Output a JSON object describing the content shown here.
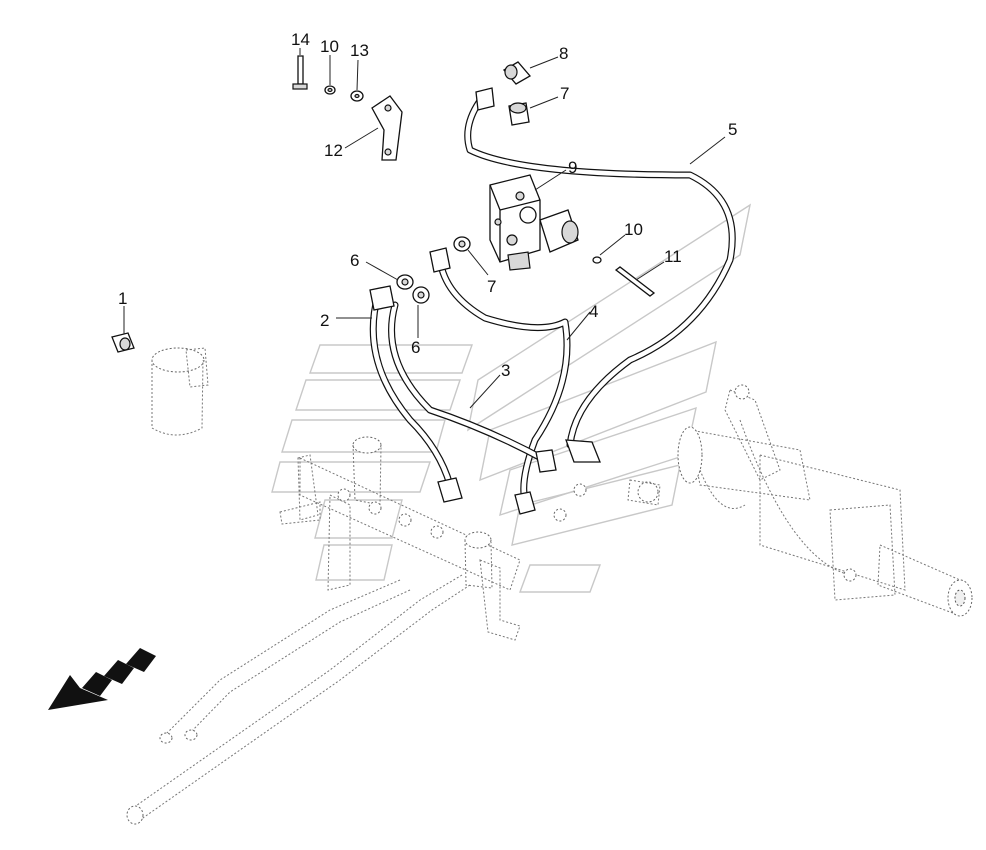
{
  "callouts": [
    {
      "id": "c1",
      "label": "1"
    },
    {
      "id": "c2",
      "label": "2"
    },
    {
      "id": "c3",
      "label": "3"
    },
    {
      "id": "c4",
      "label": "4"
    },
    {
      "id": "c5",
      "label": "5"
    },
    {
      "id": "c6a",
      "label": "6"
    },
    {
      "id": "c6b",
      "label": "6"
    },
    {
      "id": "c7a",
      "label": "7"
    },
    {
      "id": "c7b",
      "label": "7"
    },
    {
      "id": "c8",
      "label": "8"
    },
    {
      "id": "c9",
      "label": "9"
    },
    {
      "id": "c10a",
      "label": "10"
    },
    {
      "id": "c10b",
      "label": "10"
    },
    {
      "id": "c11",
      "label": "11"
    },
    {
      "id": "c12",
      "label": "12"
    },
    {
      "id": "c13",
      "label": "13"
    },
    {
      "id": "c14",
      "label": "14"
    }
  ],
  "icons": {
    "direction": "front-direction-arrow-icon",
    "watermark": "watermark-logo-icon"
  },
  "colors": {
    "line": "#111111",
    "ghost": "#777777",
    "watermark": "#c8c8c8",
    "background": "#ffffff"
  }
}
